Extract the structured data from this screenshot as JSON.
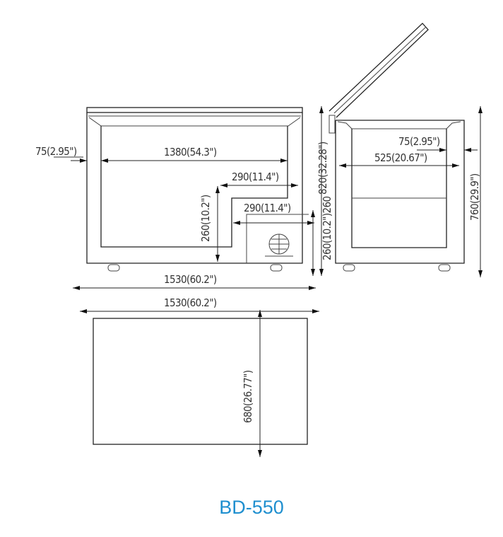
{
  "model": "BD-550",
  "front_view": {
    "wall_thickness": "75(2.95\")",
    "inner_length": "1380(54.3\")",
    "step_width_upper": "290(11.4\")",
    "step_height": "260(10.2\")",
    "step_width_lower": "290(11.4\")",
    "compressor_height": "260(10.2\")260",
    "total_height": "820(32.28\")",
    "total_length": "1530(60.2\")"
  },
  "side_view": {
    "wall_thickness": "75(2.95\")",
    "inner_width": "525(20.67\")",
    "body_height": "760(29.9\")"
  },
  "top_view": {
    "length": "1530(60.2\")",
    "depth": "680(26.77\")"
  },
  "colors": {
    "title": "#1f8fcf",
    "lines": "#222222"
  }
}
